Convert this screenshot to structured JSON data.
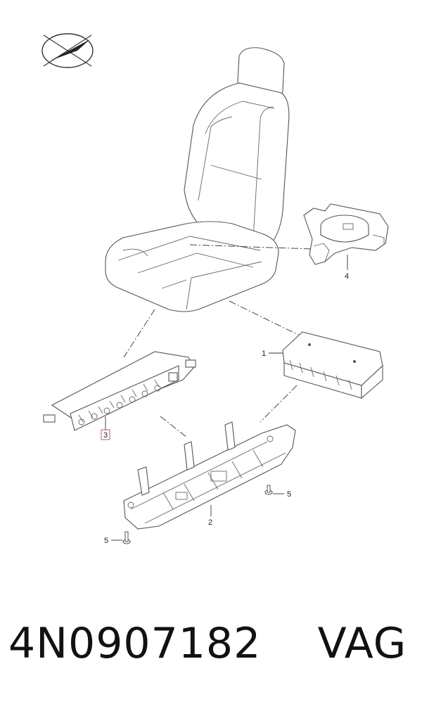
{
  "callouts": {
    "one": "1",
    "two": "2",
    "three": "3",
    "four": "4",
    "five_right": "5",
    "five_left": "5"
  },
  "footer": {
    "part_number": "4N0907182",
    "brand": "VAG"
  },
  "colors": {
    "line": "#555555",
    "highlight_box": "#d9534f",
    "text": "#111111"
  },
  "icons": [
    "compass-logo-icon"
  ]
}
